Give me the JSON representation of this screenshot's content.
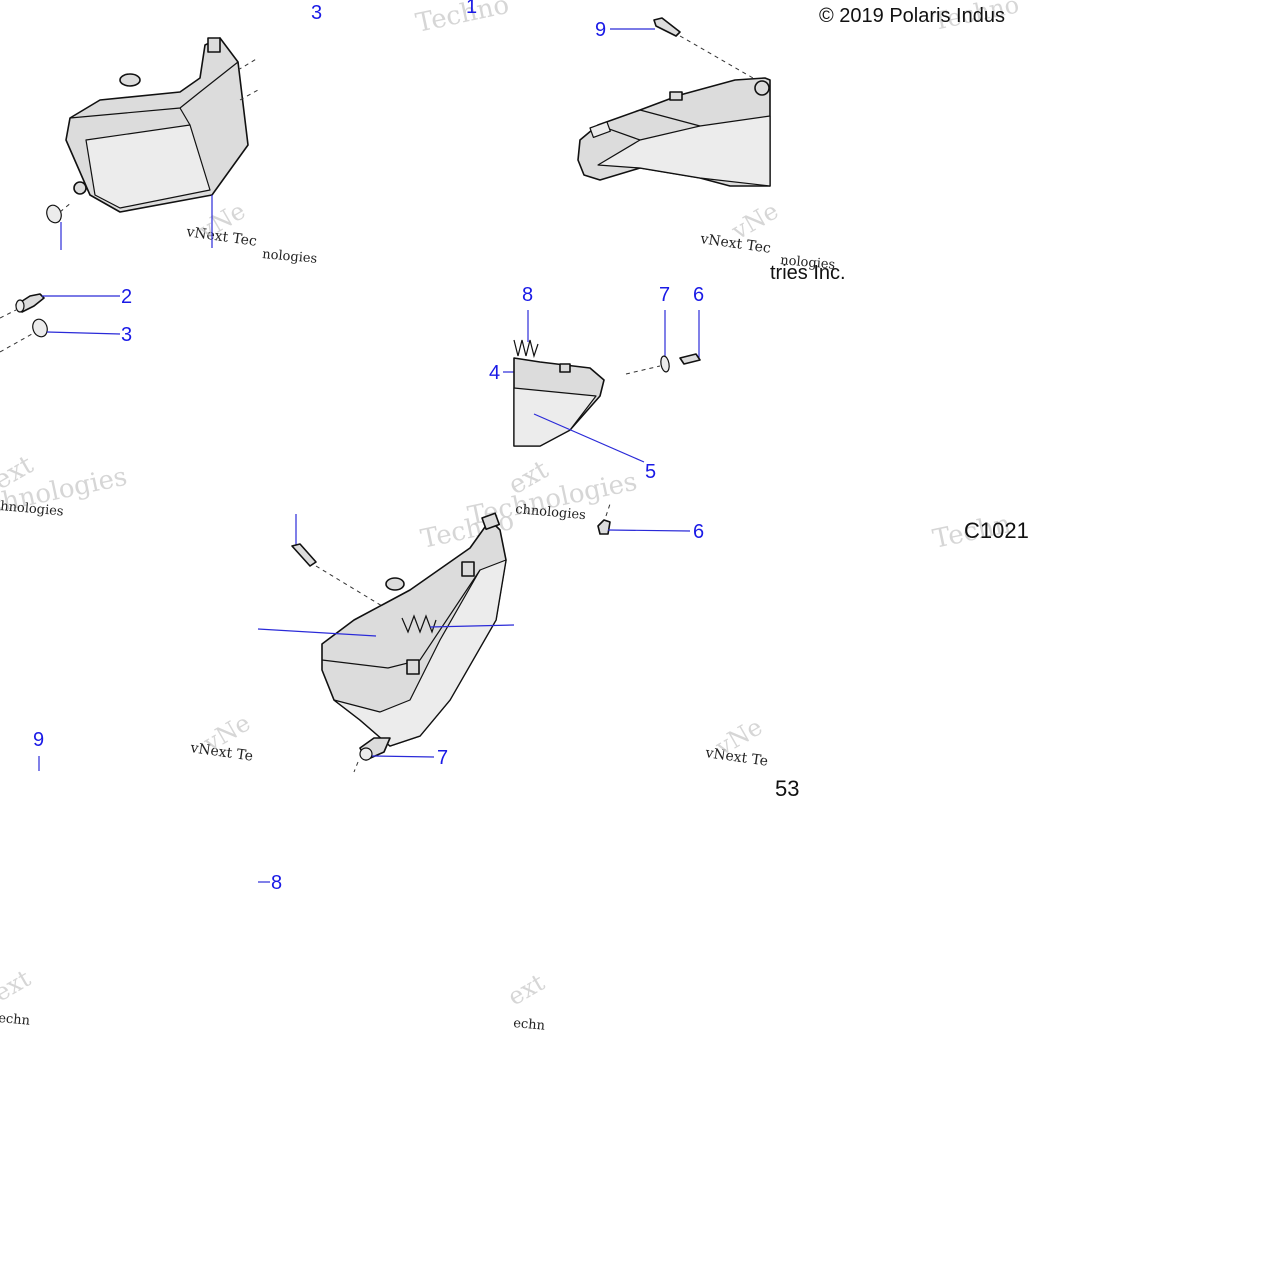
{
  "copyright": "© 2019 Polaris Indus",
  "copyright_tail": "tries Inc.",
  "drawing_code": "C1021",
  "page_number": "53",
  "watermark": {
    "brand_a": "vNext Tec",
    "brand_b": "vNext Te",
    "technologies": "Technologies",
    "techno_short": "Techno",
    "tech_short": "Techn",
    "nologies": "nologies",
    "chnologies": "chnologies",
    "hnologies": "hnologies",
    "ext": "ext",
    "echn": "echn",
    "vne": "vNe"
  },
  "callouts": {
    "c1": "1",
    "c2": "2",
    "c3a": "3",
    "c3b": "3",
    "c4": "4",
    "c5": "5",
    "c6a": "6",
    "c6b": "6",
    "c7a": "7",
    "c7b": "7",
    "c8a": "8",
    "c8b": "8",
    "c9a": "9",
    "c9b": "9"
  }
}
